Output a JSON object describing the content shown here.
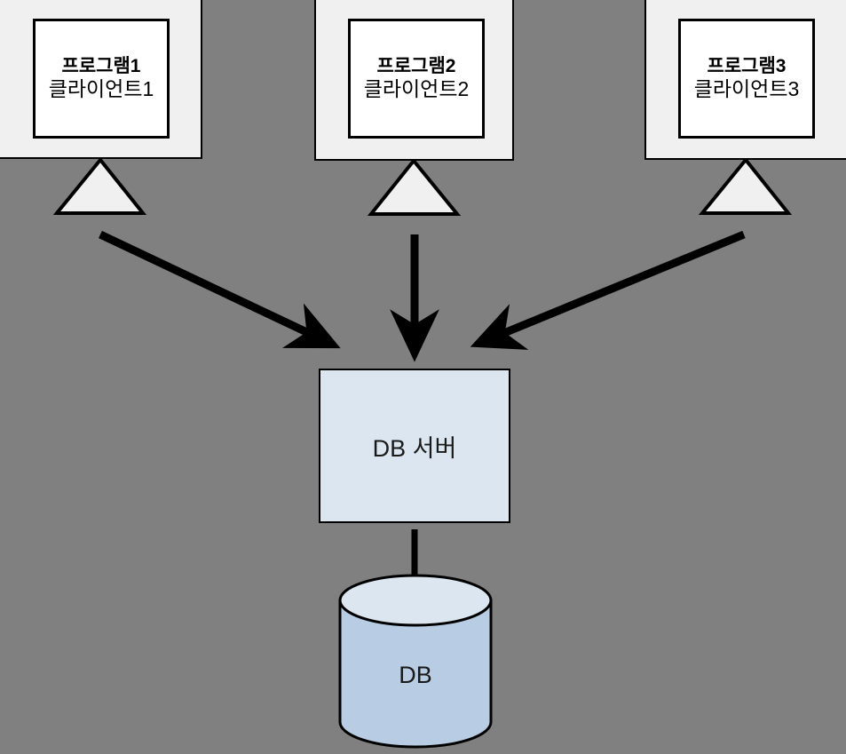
{
  "diagram": {
    "title_text": "",
    "background_color": "#808080",
    "colors": {
      "background": "#808080",
      "client_outer_fill": "#f0f0f0",
      "client_inner_fill": "#ffffff",
      "server_fill": "#dce6f1",
      "db_cylinder_top_fill": "#dce6f1",
      "db_cylinder_body_fill": "#b8cce4",
      "stroke": "#000000",
      "triangle_fill": "#f0f0f0"
    },
    "clients": [
      {
        "program_label": "프로그램1",
        "client_label": "클라이언트1",
        "icon_name": "triangle-connector-icon"
      },
      {
        "program_label": "프로그램2",
        "client_label": "클라이언트2",
        "icon_name": "triangle-connector-icon"
      },
      {
        "program_label": "프로그램3",
        "client_label": "클라이언트3",
        "icon_name": "triangle-connector-icon"
      }
    ],
    "server": {
      "label": "DB 서버"
    },
    "database": {
      "label": "DB"
    },
    "connectors": [
      {
        "name": "arrow-client1-to-server",
        "from": "프로그램1",
        "to": "DB 서버",
        "style": "arrow"
      },
      {
        "name": "arrow-client2-to-server",
        "from": "프로그램2",
        "to": "DB 서버",
        "style": "arrow"
      },
      {
        "name": "arrow-client3-to-server",
        "from": "프로그램3",
        "to": "DB 서버",
        "style": "arrow"
      },
      {
        "name": "line-server-to-db",
        "from": "DB 서버",
        "to": "DB",
        "style": "line"
      }
    ]
  }
}
